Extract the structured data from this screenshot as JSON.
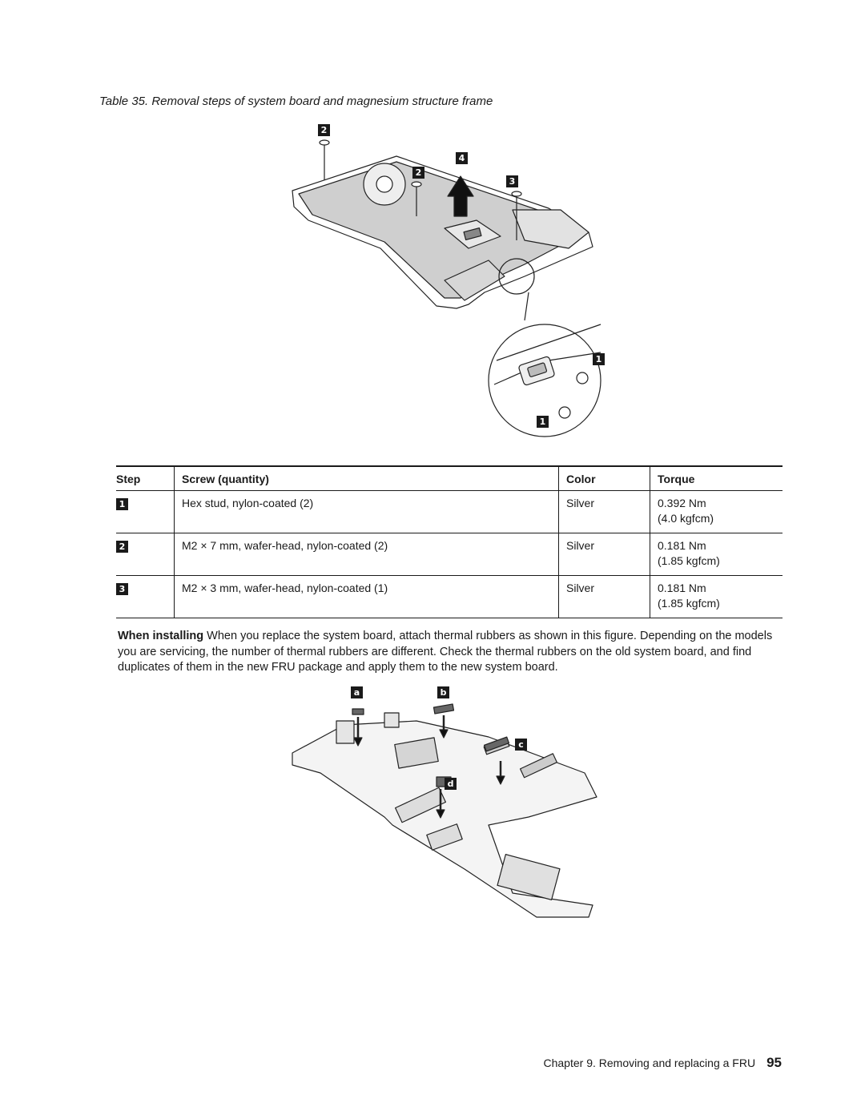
{
  "caption": "Table 35. Removal steps of system board and magnesium structure frame",
  "figure1": {
    "callouts": [
      "2",
      "4",
      "2",
      "3",
      "1",
      "1"
    ]
  },
  "table": {
    "headers": [
      "Step",
      "Screw (quantity)",
      "Color",
      "Torque"
    ],
    "rows": [
      {
        "step": "1",
        "screw": "Hex stud, nylon-coated (2)",
        "color": "Silver",
        "torque1": "0.392 Nm",
        "torque2": "(4.0 kgfcm)"
      },
      {
        "step": "2",
        "screw": "M2 × 7 mm, wafer-head, nylon-coated (2)",
        "color": "Silver",
        "torque1": "0.181 Nm",
        "torque2": "(1.85 kgfcm)"
      },
      {
        "step": "3",
        "screw": "M2 × 3 mm, wafer-head, nylon-coated (1)",
        "color": "Silver",
        "torque1": "0.181 Nm",
        "torque2": "(1.85 kgfcm)"
      }
    ]
  },
  "install": {
    "lead": "When installing",
    "text": " When you replace the system board, attach thermal rubbers as shown in this figure. Depending on the models you are servicing, the number of thermal rubbers are different. Check the thermal rubbers on the old system board, and find duplicates of them in the new FRU package and apply them to the new system board."
  },
  "figure2": {
    "callouts": [
      "a",
      "b",
      "c",
      "d"
    ]
  },
  "footer": {
    "chapter": "Chapter 9. Removing and replacing a FRU",
    "page": "95"
  }
}
